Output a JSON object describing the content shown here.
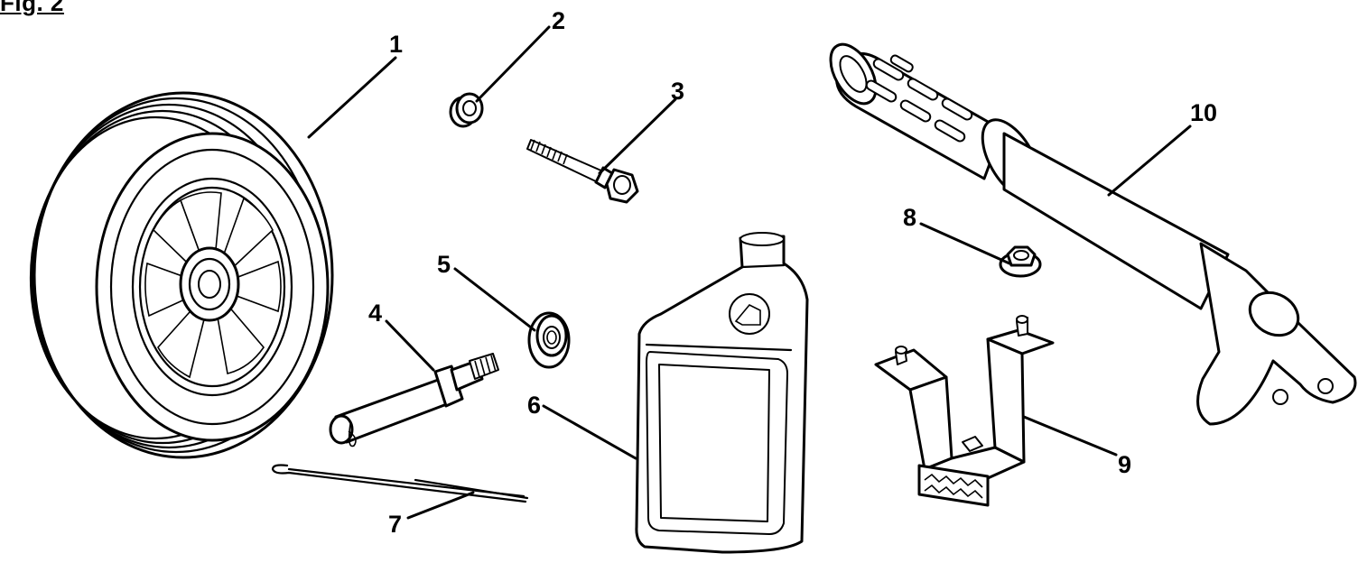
{
  "figure": {
    "title": "Fig. 2"
  },
  "callouts": [
    {
      "id": "1",
      "label": "1"
    },
    {
      "id": "2",
      "label": "2"
    },
    {
      "id": "3",
      "label": "3"
    },
    {
      "id": "4",
      "label": "4"
    },
    {
      "id": "5",
      "label": "5"
    },
    {
      "id": "6",
      "label": "6"
    },
    {
      "id": "7",
      "label": "7"
    },
    {
      "id": "8",
      "label": "8"
    },
    {
      "id": "9",
      "label": "9"
    },
    {
      "id": "10",
      "label": "10"
    }
  ],
  "parts": {
    "wheel": "wheel-icon",
    "bushing": "bushing-icon",
    "bolt": "bolt-icon",
    "axle": "axle-icon",
    "flange_nut": "flange-nut-icon",
    "oil_bottle": "oil-bottle-icon",
    "cotter_pin": "cotter-pin-icon",
    "lock_nut": "lock-nut-icon",
    "support_leg": "support-leg-icon",
    "handle": "handle-icon"
  },
  "colors": {
    "line": "#000000",
    "background": "#ffffff"
  }
}
